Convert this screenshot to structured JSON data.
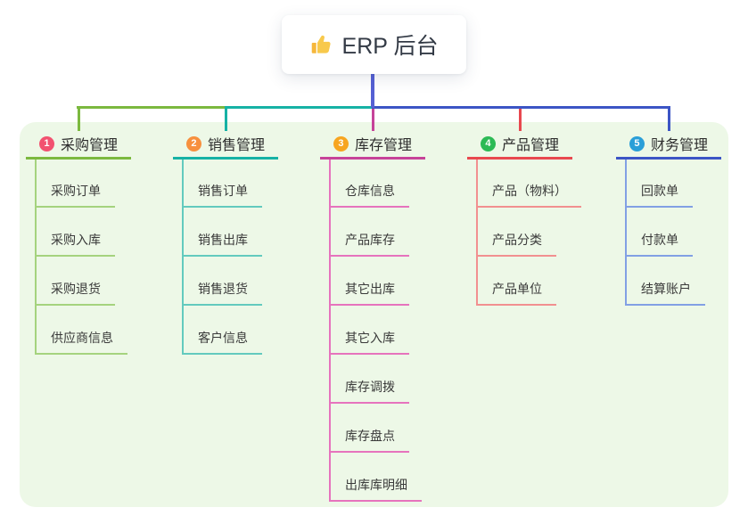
{
  "root": {
    "label": "ERP 后台",
    "icon": "thumbs-up-icon",
    "icon_color": "#f6b73c",
    "text_color": "#333a45",
    "stem_color": "#5560d4",
    "card_bg": "#ffffff"
  },
  "panel": {
    "bg_color": "#edf8e7"
  },
  "branches": [
    {
      "number": "1",
      "label": "采购管理",
      "badge_color": "#f25270",
      "line_color": "#7cb93f",
      "child_line_color": "#a5d37e",
      "children": [
        "采购订单",
        "采购入库",
        "采购退货",
        "供应商信息"
      ]
    },
    {
      "number": "2",
      "label": "销售管理",
      "badge_color": "#f7903e",
      "line_color": "#16b2a5",
      "child_line_color": "#63cabe",
      "children": [
        "销售订单",
        "销售出库",
        "销售退货",
        "客户信息"
      ]
    },
    {
      "number": "3",
      "label": "库存管理",
      "badge_color": "#f7a520",
      "line_color": "#c64399",
      "child_line_color": "#e673bd",
      "children": [
        "仓库信息",
        "产品库存",
        "其它出库",
        "其它入库",
        "库存调拨",
        "库存盘点",
        "出库库明细"
      ]
    },
    {
      "number": "4",
      "label": "产品管理",
      "badge_color": "#2cba55",
      "line_color": "#e8484f",
      "child_line_color": "#f29090",
      "children": [
        "产品（物料）",
        "产品分类",
        "产品单位"
      ]
    },
    {
      "number": "5",
      "label": "财务管理",
      "badge_color": "#2a9fd8",
      "line_color": "#3c55c5",
      "child_line_color": "#82a0e4",
      "children": [
        "回款单",
        "付款单",
        "结算账户"
      ]
    }
  ]
}
